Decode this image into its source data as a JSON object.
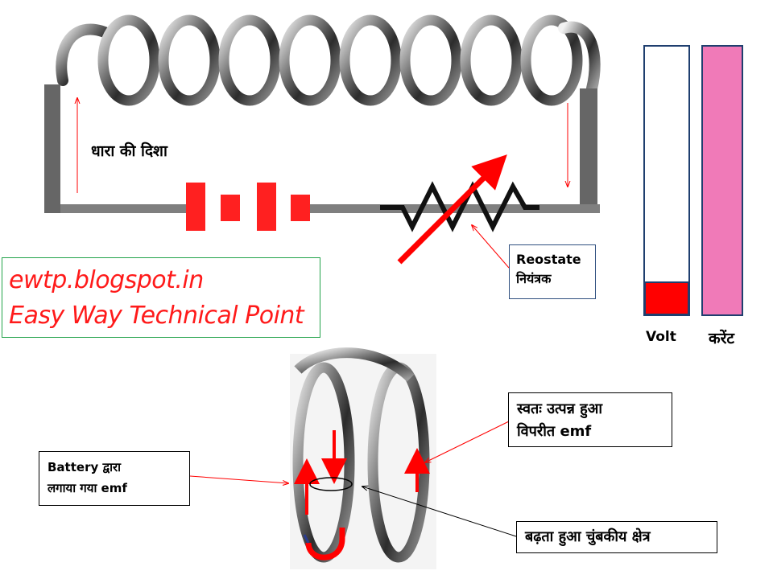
{
  "labels": {
    "current_direction": "धारा की दिशा",
    "website": "ewtp.blogspot.in",
    "brand": "Easy Way Technical Point",
    "reostate_en": "Reostate",
    "reostate_hi": "नियंत्रक",
    "volt": "Volt",
    "current": "करेंट",
    "self_induced_line1": "स्वतः उत्पन्न हुआ",
    "self_induced_line2": "विपरीत emf",
    "battery_emf_line1": "Battery द्वारा",
    "battery_emf_line2": "लगाया गया emf",
    "increasing_field": "बढ़ता हुआ चुंबकीय क्षेत्र"
  },
  "meters": {
    "volt": {
      "level": 0.12,
      "color": "#ff0000"
    },
    "current": {
      "level": 1.0,
      "color": "#f07ab8"
    }
  },
  "colors": {
    "wire": "#7f7f7f",
    "battery": "#ff2020",
    "arrow": "#ff0000",
    "brand_text": "#ff1a1a",
    "brand_border": "#22a34a",
    "reostate_border": "#2f4f7f",
    "meter_border": "#1f3f6f"
  }
}
